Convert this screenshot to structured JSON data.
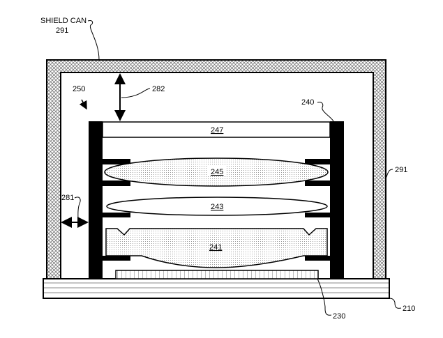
{
  "labels": {
    "shield_can_title": "SHIELD CAN",
    "shield_can_ref": "291",
    "shield_can_ref_right": "291",
    "lens_assembly": "250",
    "top_gap": "282",
    "side_gap": "281",
    "barrel": "240",
    "cover_glass": "247",
    "lens_top": "245",
    "lens_middle": "243",
    "lens_bottom": "241",
    "sensor": "230",
    "substrate": "210"
  }
}
